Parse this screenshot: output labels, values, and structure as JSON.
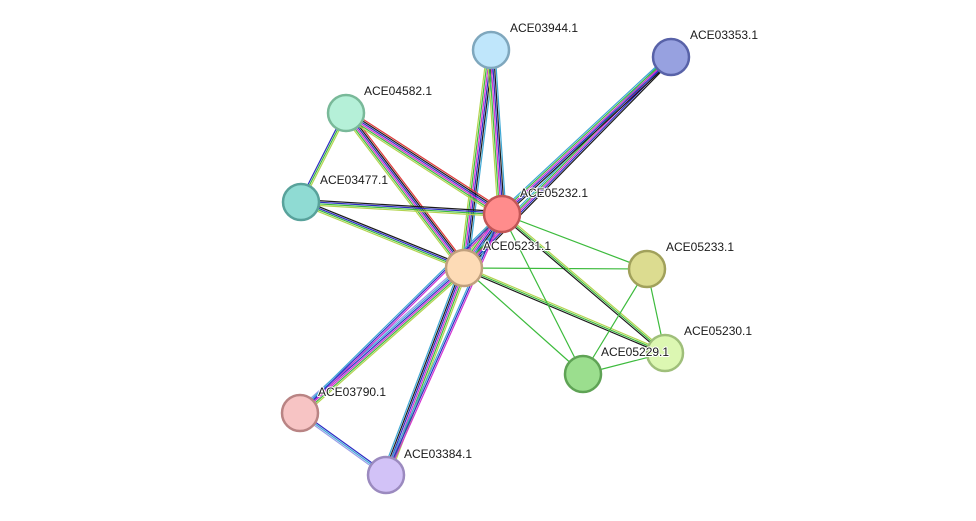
{
  "network": {
    "nodes": [
      {
        "id": "ACE03944.1",
        "label": "ACE03944.1",
        "fill": "#bfe6fb",
        "stroke": "#7fa7bd"
      },
      {
        "id": "ACE03353.1",
        "label": "ACE03353.1",
        "fill": "#97a1e0",
        "stroke": "#5862a8"
      },
      {
        "id": "ACE04582.1",
        "label": "ACE04582.1",
        "fill": "#b5f0d8",
        "stroke": "#79b999"
      },
      {
        "id": "ACE03477.1",
        "label": "ACE03477.1",
        "fill": "#8fdbd3",
        "stroke": "#58a29b"
      },
      {
        "id": "ACE05232.1",
        "label": "ACE05232.1",
        "fill": "#ff8c8c",
        "stroke": "#c25656"
      },
      {
        "id": "ACE05231.1",
        "label": "ACE05231.1",
        "fill": "#fddbb6",
        "stroke": "#c0a07d"
      },
      {
        "id": "ACE05233.1",
        "label": "ACE05233.1",
        "fill": "#dcdc90",
        "stroke": "#a1a15b"
      },
      {
        "id": "ACE05230.1",
        "label": "ACE05230.1",
        "fill": "#dcf7b2",
        "stroke": "#9fbf7a"
      },
      {
        "id": "ACE05229.1",
        "label": "ACE05229.1",
        "fill": "#9bde8e",
        "stroke": "#5fa355"
      },
      {
        "id": "ACE03790.1",
        "label": "ACE03790.1",
        "fill": "#f7c4c4",
        "stroke": "#b98484"
      },
      {
        "id": "ACE03384.1",
        "label": "ACE03384.1",
        "fill": "#d2c2f7",
        "stroke": "#9b8abf"
      }
    ],
    "edges": [
      {
        "source": "ACE05231.1",
        "target": "ACE05232.1",
        "colors": [
          "#b3d44f",
          "#3dbb3d",
          "#d233d2",
          "#2c2cc4",
          "#1a1a1a",
          "#e03a3a",
          "#3fa9d6"
        ]
      },
      {
        "source": "ACE05231.1",
        "target": "ACE03944.1",
        "colors": [
          "#b3d44f",
          "#3dbb3d",
          "#d233d2",
          "#2c2cc4",
          "#1a1a1a",
          "#3fa9d6"
        ]
      },
      {
        "source": "ACE05232.1",
        "target": "ACE03944.1",
        "colors": [
          "#b3d44f",
          "#3dbb3d",
          "#d233d2",
          "#2c2cc4",
          "#1a1a1a",
          "#3fa9d6"
        ]
      },
      {
        "source": "ACE05231.1",
        "target": "ACE03353.1",
        "colors": [
          "#3fa9d6",
          "#3dbb3d",
          "#d233d2",
          "#2c2cc4",
          "#1a1a1a"
        ]
      },
      {
        "source": "ACE05232.1",
        "target": "ACE03353.1",
        "colors": [
          "#3fa9d6",
          "#3dbb3d",
          "#d233d2",
          "#2c2cc4",
          "#1a1a1a"
        ]
      },
      {
        "source": "ACE05231.1",
        "target": "ACE04582.1",
        "colors": [
          "#b3d44f",
          "#3dbb3d",
          "#d233d2",
          "#2c2cc4",
          "#1a1a1a",
          "#e03a3a"
        ]
      },
      {
        "source": "ACE05232.1",
        "target": "ACE04582.1",
        "colors": [
          "#b3d44f",
          "#3dbb3d",
          "#d233d2",
          "#2c2cc4",
          "#1a1a1a",
          "#e03a3a"
        ]
      },
      {
        "source": "ACE05231.1",
        "target": "ACE03477.1",
        "colors": [
          "#b3d44f",
          "#3dbb3d",
          "#2c2cc4",
          "#1a1a1a"
        ]
      },
      {
        "source": "ACE05232.1",
        "target": "ACE03477.1",
        "colors": [
          "#b3d44f",
          "#3dbb3d",
          "#2c2cc4",
          "#1a1a1a"
        ]
      },
      {
        "source": "ACE04582.1",
        "target": "ACE03477.1",
        "colors": [
          "#b3d44f",
          "#3dbb3d",
          "#2c2cc4"
        ]
      },
      {
        "source": "ACE05231.1",
        "target": "ACE03790.1",
        "colors": [
          "#b3d44f",
          "#3dbb3d",
          "#d233d2",
          "#2c2cc4",
          "#3fa9d6",
          "#9aa0e8"
        ]
      },
      {
        "source": "ACE05232.1",
        "target": "ACE03790.1",
        "colors": [
          "#d233d2",
          "#2c2cc4",
          "#3fa9d6"
        ]
      },
      {
        "source": "ACE05231.1",
        "target": "ACE03384.1",
        "colors": [
          "#b3d44f",
          "#3dbb3d",
          "#d233d2",
          "#2c2cc4",
          "#1a1a1a",
          "#3fa9d6"
        ]
      },
      {
        "source": "ACE05232.1",
        "target": "ACE03384.1",
        "colors": [
          "#d233d2",
          "#2c2cc4",
          "#3fa9d6"
        ]
      },
      {
        "source": "ACE03790.1",
        "target": "ACE03384.1",
        "colors": [
          "#2c2cc4",
          "#3fa9d6",
          "#9aa0e8"
        ]
      },
      {
        "source": "ACE05231.1",
        "target": "ACE05233.1",
        "colors": [
          "#3dbb3d"
        ]
      },
      {
        "source": "ACE05232.1",
        "target": "ACE05233.1",
        "colors": [
          "#3dbb3d"
        ]
      },
      {
        "source": "ACE05231.1",
        "target": "ACE05230.1",
        "colors": [
          "#b3d44f",
          "#3dbb3d",
          "#1a1a1a"
        ]
      },
      {
        "source": "ACE05232.1",
        "target": "ACE05230.1",
        "colors": [
          "#b3d44f",
          "#3dbb3d",
          "#1a1a1a"
        ]
      },
      {
        "source": "ACE05231.1",
        "target": "ACE05229.1",
        "colors": [
          "#3dbb3d"
        ]
      },
      {
        "source": "ACE05232.1",
        "target": "ACE05229.1",
        "colors": [
          "#3dbb3d"
        ]
      },
      {
        "source": "ACE05233.1",
        "target": "ACE05230.1",
        "colors": [
          "#3dbb3d"
        ]
      },
      {
        "source": "ACE05233.1",
        "target": "ACE05229.1",
        "colors": [
          "#3dbb3d"
        ]
      },
      {
        "source": "ACE05229.1",
        "target": "ACE05230.1",
        "colors": [
          "#3dbb3d"
        ]
      }
    ]
  }
}
